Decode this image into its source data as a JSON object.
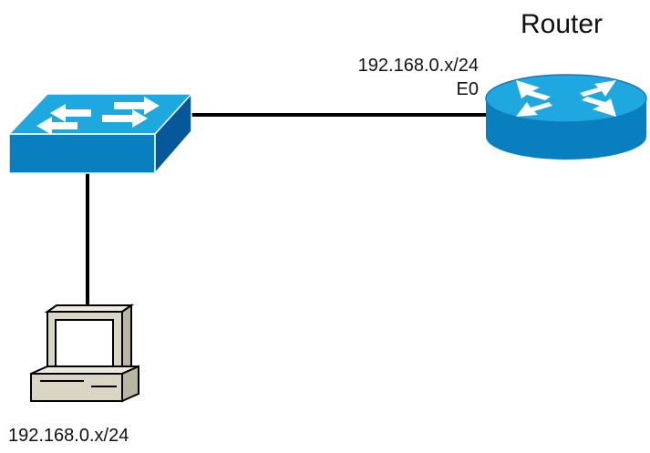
{
  "router": {
    "title": "Router",
    "ip": "192.168.0.x/24",
    "interface": "E0"
  },
  "pc": {
    "ip": "192.168.0.x/24"
  },
  "colors": {
    "device_top": "#1ea8df",
    "device_side": "#0a7fbf",
    "device_dark": "#06589a",
    "line": "#000000",
    "pc_beige": "#d9d6c3"
  },
  "icons": [
    "switch-icon",
    "router-icon",
    "pc-icon"
  ]
}
